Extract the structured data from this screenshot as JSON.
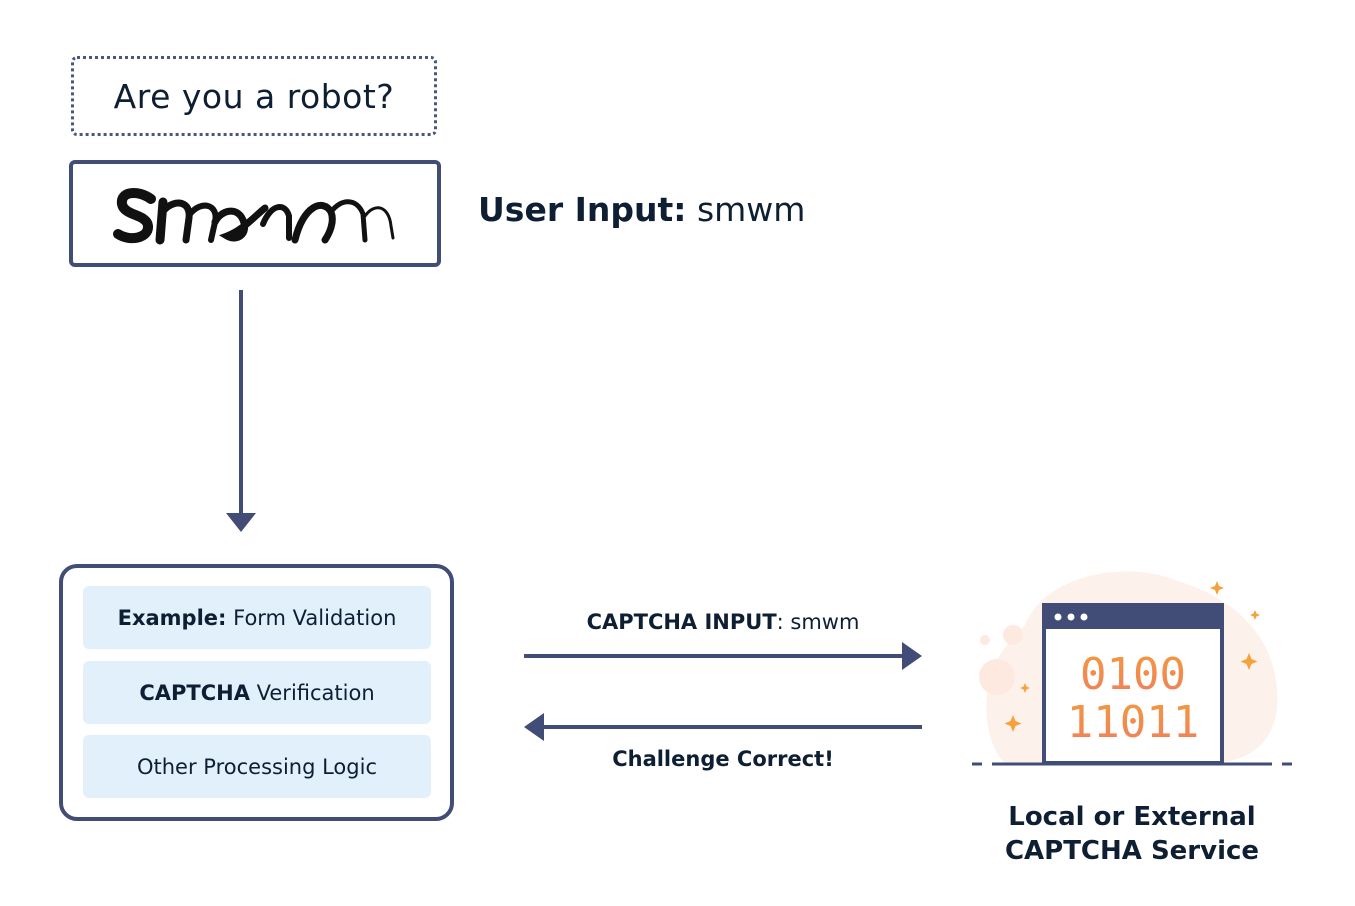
{
  "captcha_prompt": "Are you a robot?",
  "captcha_challenge_text": "smwm",
  "user_input": {
    "label": "User Input:",
    "value": "smwm"
  },
  "server_steps": [
    {
      "label_bold": "Example:",
      "label": "Form Validation"
    },
    {
      "label_bold": "CAPTCHA",
      "label": "Verification"
    },
    {
      "label_bold": "",
      "label": "Other Processing Logic"
    }
  ],
  "request_flow": {
    "label_bold": "CAPTCHA INPUT",
    "label": ": smwm"
  },
  "response_flow": {
    "label": "Challenge Correct!"
  },
  "service": {
    "line1": "Local or External",
    "line2": "CAPTCHA Service",
    "binary_line1": "0100",
    "binary_line2": "11011"
  },
  "colors": {
    "primary": "#414c77",
    "text": "#0f1f33",
    "step_background": "#e2f0fc",
    "binary_gradient_top": "#f39a3e",
    "binary_gradient_bottom": "#ef7e5e",
    "blob": "#fdf1ec"
  }
}
